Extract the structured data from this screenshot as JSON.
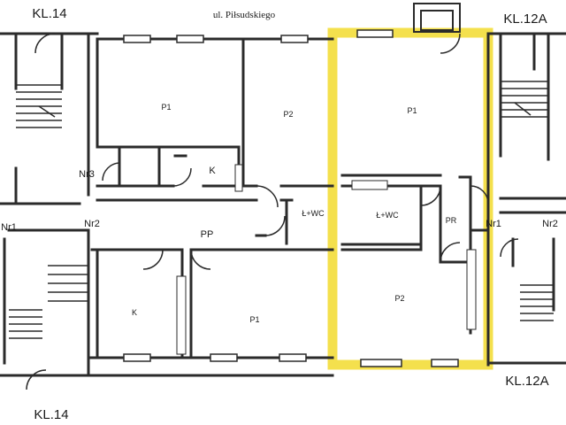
{
  "plan": {
    "street": "ul. Piłsudskiego",
    "highlight_color": "#f4e04d",
    "wall_color": "#2b2b2b",
    "labels": {
      "kl14_top": "KL.14",
      "kl14_bottom": "KL.14",
      "kl12a_top": "KL.12A",
      "kl12a_bottom": "KL.12A",
      "nr1_left": "Nr1",
      "nr1_right": "Nr1",
      "nr2_left": "Nr2",
      "nr2_right": "Nr2",
      "nr3": "Nr3",
      "pp_corridor": "PP",
      "pr_hall": "PR"
    },
    "rooms": {
      "top_p1": "P1",
      "top_p2": "P2",
      "kitchen_top": "K",
      "wc_left": "Ł+WC",
      "apt_p1": "P1",
      "apt_wc": "Ł+WC",
      "apt_p2": "P2",
      "bottom_k": "K",
      "bottom_p1": "P1"
    }
  }
}
